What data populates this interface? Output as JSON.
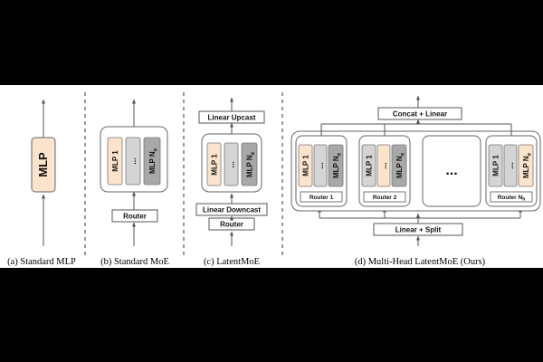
{
  "colors": {
    "background": "#000000",
    "panel": "#ffffff",
    "expert_highlight": "#fbe3cc",
    "expert_gray": "#d4d4d4",
    "expert_dark": "#a8a8a8",
    "line": "#555555"
  },
  "panels": {
    "a": {
      "caption": "(a) Standard MLP",
      "mlp": "MLP"
    },
    "b": {
      "caption": "(b) Standard MoE",
      "router": "Router",
      "expert_first": "MLP 1",
      "expert_dots": "...",
      "expert_last": "MLP N",
      "expert_last_sub": "e"
    },
    "c": {
      "caption": "(c) LatentMoE",
      "upcast": "Linear Upcast",
      "downcast": "Linear Downcast",
      "router": "Router",
      "expert_first": "MLP 1",
      "expert_dots": "...",
      "expert_last": "MLP N",
      "expert_last_sub": "e"
    },
    "d": {
      "caption": "(d) Multi-Head LatentMoE (Ours)",
      "concat": "Concat + Linear",
      "split": "Linear + Split",
      "router1": "Router 1",
      "router2": "Router 2",
      "routerN": "Router N",
      "routerN_sub": "h",
      "middle_dots": "...",
      "expert_first": "MLP 1",
      "expert_dots": "...",
      "expert_last": "MLP N",
      "expert_last_sub": "e"
    }
  }
}
